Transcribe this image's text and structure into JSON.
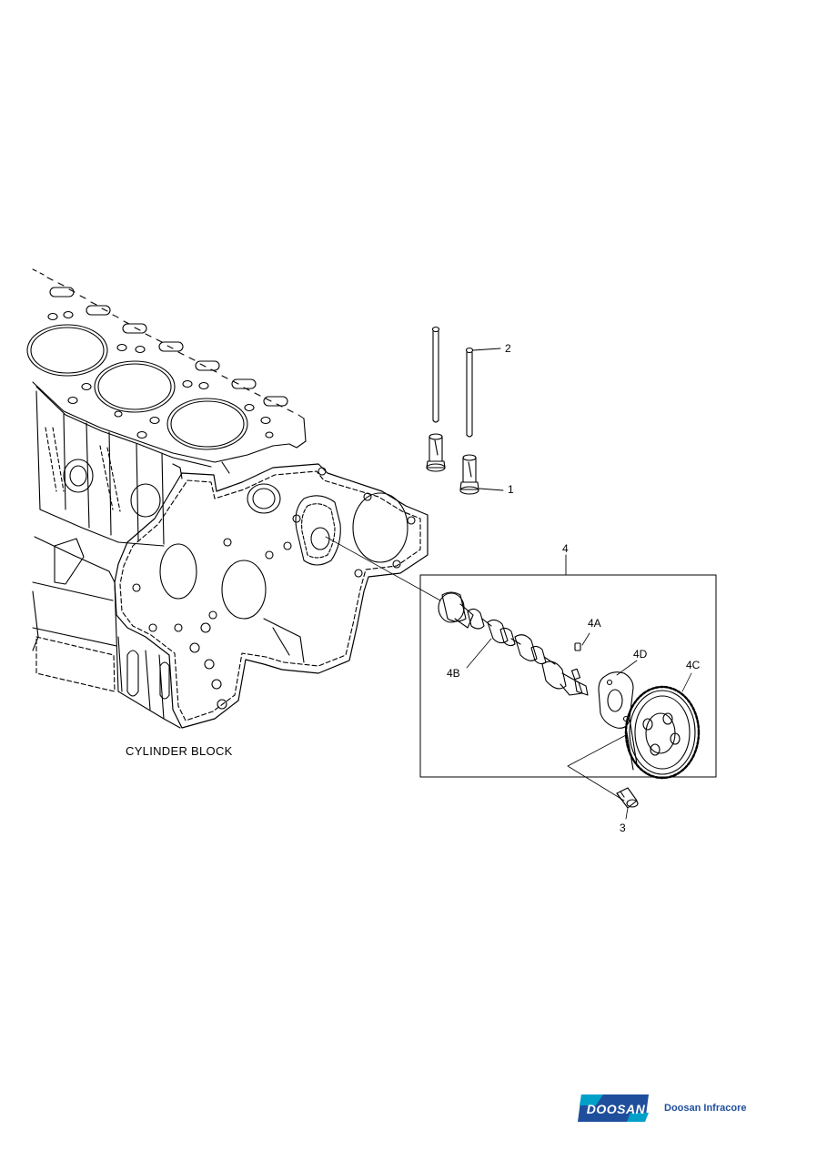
{
  "callouts": {
    "c1": "1",
    "c2": "2",
    "c3": "3",
    "c4": "4",
    "c4a": "4A",
    "c4b": "4B",
    "c4c": "4C",
    "c4d": "4D"
  },
  "caption": "CYLINDER BLOCK",
  "brand": {
    "logo_text": "DOOSAN",
    "company": "Doosan Infracore",
    "colors": {
      "primary": "#1f4e9c",
      "accent": "#00a0c8"
    }
  }
}
